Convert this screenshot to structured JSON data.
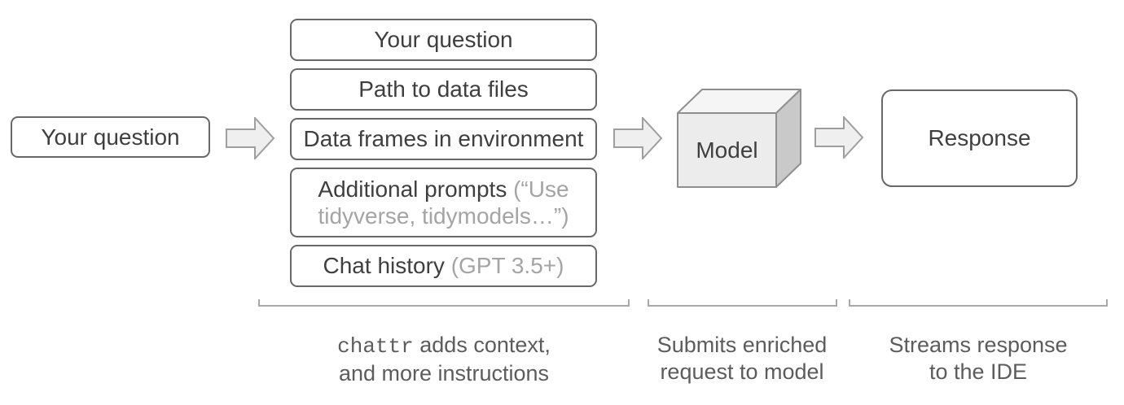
{
  "flow": {
    "input_box": {
      "label": "Your question"
    },
    "context_stack": {
      "items": [
        {
          "label": "Your question",
          "note": ""
        },
        {
          "label": "Path to data files",
          "note": ""
        },
        {
          "label": "Data frames in environment",
          "note": ""
        },
        {
          "label": "Additional prompts",
          "note": "(“Use tidyverse, tidymodels…”)"
        },
        {
          "label": "Chat history",
          "note": "(GPT 3.5+)"
        }
      ]
    },
    "model_box": {
      "label": "Model"
    },
    "response_box": {
      "label": "Response"
    },
    "captions": [
      {
        "code": "chattr",
        "line1_rest": "adds context,",
        "line2": "and more instructions"
      },
      {
        "line1": "Submits enriched",
        "line2": "request to model"
      },
      {
        "line1": "Streams response",
        "line2": "to the IDE"
      }
    ],
    "colors": {
      "box_border": "#686868",
      "label_text": "#3f3f3f",
      "muted_text": "#a4a4a4",
      "caption_text": "#5c5c5c",
      "arrow_fill": "#efefef",
      "arrow_stroke": "#9e9e9e",
      "bracket_line": "#a8a8a8",
      "cube_front": "#ececec",
      "cube_top": "#f5f5f5",
      "cube_side": "#c9c9c9",
      "cube_stroke": "#8f8f8f"
    }
  }
}
